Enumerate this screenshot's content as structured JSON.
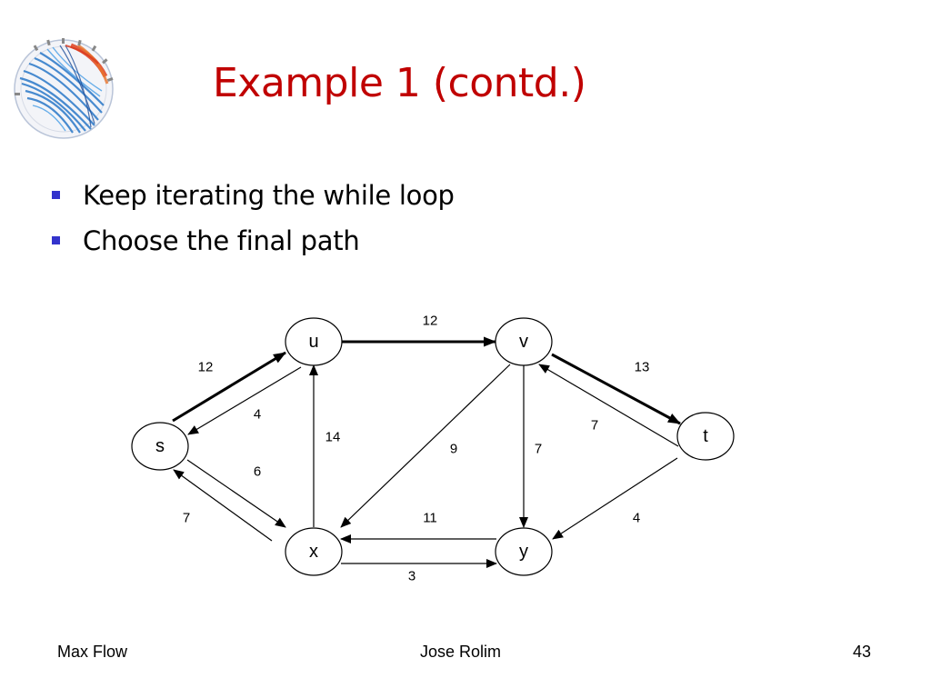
{
  "slide": {
    "title": "Example 1 (contd.)",
    "bullets": [
      {
        "text": "Keep iterating the while loop"
      },
      {
        "text": "Choose the final path"
      }
    ]
  },
  "colors": {
    "title": "#c00000",
    "bullet": "#3333cc",
    "text": "#000000",
    "line": "#000000"
  },
  "graph": {
    "nodes": [
      {
        "id": "u",
        "label": "u"
      },
      {
        "id": "v",
        "label": "v"
      },
      {
        "id": "s",
        "label": "s"
      },
      {
        "id": "t",
        "label": "t"
      },
      {
        "id": "x",
        "label": "x"
      },
      {
        "id": "y",
        "label": "y"
      }
    ],
    "edges": [
      {
        "from": "u",
        "to": "v",
        "capacity": "12",
        "emphasis": "bold"
      },
      {
        "from": "s",
        "to": "u",
        "capacity": "12",
        "emphasis": "bold"
      },
      {
        "from": "u",
        "to": "s",
        "capacity": "4",
        "emphasis": "normal"
      },
      {
        "from": "x",
        "to": "u",
        "capacity": "14",
        "emphasis": "normal"
      },
      {
        "from": "s",
        "to": "x",
        "capacity": "6",
        "emphasis": "normal"
      },
      {
        "from": "x",
        "to": "s",
        "capacity": "7",
        "emphasis": "normal"
      },
      {
        "from": "v",
        "to": "x",
        "capacity": "9",
        "emphasis": "normal"
      },
      {
        "from": "v",
        "to": "y",
        "capacity": "7",
        "emphasis": "normal"
      },
      {
        "from": "v",
        "to": "t",
        "capacity": "13",
        "emphasis": "bold"
      },
      {
        "from": "t",
        "to": "v",
        "capacity": "7",
        "emphasis": "normal"
      },
      {
        "from": "t",
        "to": "y",
        "capacity": "4",
        "emphasis": "normal"
      },
      {
        "from": "y",
        "to": "x",
        "capacity": "11",
        "emphasis": "normal"
      },
      {
        "from": "x",
        "to": "y",
        "capacity": "3",
        "emphasis": "normal"
      }
    ]
  },
  "footer": {
    "left": "Max Flow",
    "center": "Jose Rolim",
    "right": "43"
  }
}
